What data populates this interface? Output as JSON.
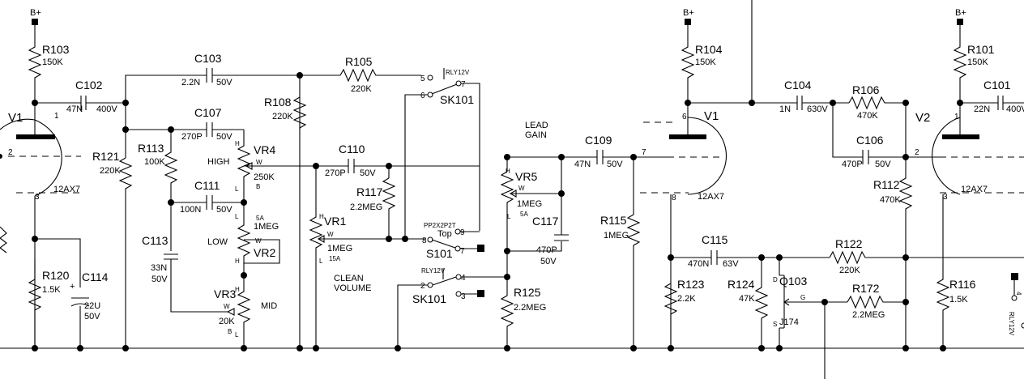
{
  "supply_label": "B+",
  "tubes": {
    "v1_left": {
      "ref": "V1",
      "type": "12AX7",
      "grid_pin": "2",
      "plate_pin": "1",
      "cathode_pin": "3"
    },
    "v1_right": {
      "ref": "V1",
      "type": "12AX7",
      "plate_pin": "6",
      "grid_pin": "7",
      "cathode_pin": "8"
    },
    "v2": {
      "ref": "V2",
      "type": "12AX7",
      "grid_pin": "2",
      "plate_pin": "1",
      "cathode_pin": "3"
    }
  },
  "resistors": {
    "r103": {
      "ref": "R103",
      "value": "150K"
    },
    "r104": {
      "ref": "R104",
      "value": "150K"
    },
    "r101": {
      "ref": "R101",
      "value": "150K"
    },
    "r105": {
      "ref": "R105",
      "value": "220K"
    },
    "r108": {
      "ref": "R108",
      "value": "220K"
    },
    "r121": {
      "ref": "R121",
      "value": "220K"
    },
    "r113": {
      "ref": "R113",
      "value": "100K"
    },
    "r117": {
      "ref": "R117",
      "value": "2.2MEG"
    },
    "r120": {
      "ref": "R120",
      "value": "1.5K"
    },
    "r125": {
      "ref": "R125",
      "value": "2.2MEG"
    },
    "r115": {
      "ref": "R115",
      "value": "1MEG"
    },
    "r106": {
      "ref": "R106",
      "value": "470K"
    },
    "r112": {
      "ref": "R112",
      "value": "470K"
    },
    "r122": {
      "ref": "R122",
      "value": "220K"
    },
    "r123": {
      "ref": "R123",
      "value": "2.2K"
    },
    "r124": {
      "ref": "R124",
      "value": "47K"
    },
    "r172": {
      "ref": "R172",
      "value": "2.2MEG"
    },
    "r116": {
      "ref": "R116",
      "value": "1.5K"
    }
  },
  "capacitors": {
    "c102": {
      "ref": "C102",
      "value": "47N",
      "voltage": "400V"
    },
    "c103": {
      "ref": "C103",
      "value": "2.2N",
      "voltage": "50V"
    },
    "c107": {
      "ref": "C107",
      "value": "270P",
      "voltage": "50V"
    },
    "c111": {
      "ref": "C111",
      "value": "100N",
      "voltage": "50V"
    },
    "c113": {
      "ref": "C113",
      "value": "33N",
      "voltage": "50V"
    },
    "c114": {
      "ref": "C114",
      "value": "22U",
      "voltage": "50V",
      "polarity": "+"
    },
    "c110": {
      "ref": "C110",
      "value": "270P",
      "voltage": "50V"
    },
    "c117": {
      "ref": "C117",
      "value": "470P",
      "voltage": "50V"
    },
    "c109": {
      "ref": "C109",
      "value": "47N",
      "voltage": "50V"
    },
    "c104": {
      "ref": "C104",
      "value": "1N",
      "voltage": "630V"
    },
    "c106": {
      "ref": "C106",
      "value": "470P",
      "voltage": "50V"
    },
    "c101": {
      "ref": "C101",
      "value": "22N",
      "voltage": "400V"
    },
    "c115": {
      "ref": "C115",
      "value": "470N",
      "voltage": "63V"
    }
  },
  "pots": {
    "vr4": {
      "ref": "VR4",
      "value": "250K",
      "function": "HIGH",
      "h": "H",
      "w": "W",
      "l": "L",
      "b": "B"
    },
    "vr2": {
      "ref": "VR2",
      "value": "1MEG",
      "taper": "5A",
      "function": "LOW",
      "w": "W",
      "l": "L",
      "h": "H"
    },
    "vr3": {
      "ref": "VR3",
      "value": "20K",
      "function": "MID",
      "h": "H",
      "w": "W",
      "b": "B",
      "l": "L"
    },
    "vr1": {
      "ref": "VR1",
      "value": "1MEG",
      "taper": "15A",
      "function_line1": "CLEAN",
      "function_line2": "VOLUME",
      "h": "H",
      "w": "W",
      "l": "L"
    },
    "vr5": {
      "ref": "VR5",
      "value": "1MEG",
      "taper": "5A",
      "function_line1": "LEAD",
      "function_line2": "GAIN",
      "h": "H",
      "w": "W",
      "l": "L"
    }
  },
  "relays": {
    "sk101_top": {
      "ref": "SK101",
      "coil": "RLY12V",
      "pin_a": "5",
      "pin_b": "6",
      "pin_c": "7"
    },
    "sk101_bottom": {
      "ref": "SK101",
      "coil": "RLY12V",
      "pin_a": "2",
      "pin_b": "3",
      "pin_c": "4"
    },
    "right_edge": {
      "coil": "RLY12V",
      "pin": "4"
    }
  },
  "switch_s101": {
    "ref": "S101",
    "type": "PP2X2P2T",
    "position": "Top",
    "pin_a": "8",
    "pin_b": "7",
    "pin_c": "9"
  },
  "jfet_q103": {
    "ref": "Q103",
    "type": "J174",
    "drain": "D",
    "source": "S",
    "gate": "G"
  }
}
